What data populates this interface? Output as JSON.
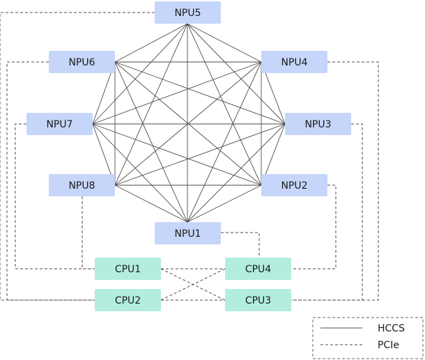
{
  "npus": [
    {
      "id": "npu1",
      "label": "NPU1"
    },
    {
      "id": "npu2",
      "label": "NPU2"
    },
    {
      "id": "npu3",
      "label": "NPU3"
    },
    {
      "id": "npu4",
      "label": "NPU4"
    },
    {
      "id": "npu5",
      "label": "NPU5"
    },
    {
      "id": "npu6",
      "label": "NPU6"
    },
    {
      "id": "npu7",
      "label": "NPU7"
    },
    {
      "id": "npu8",
      "label": "NPU8"
    }
  ],
  "cpus": [
    {
      "id": "cpu1",
      "label": "CPU1"
    },
    {
      "id": "cpu2",
      "label": "CPU2"
    },
    {
      "id": "cpu3",
      "label": "CPU3"
    },
    {
      "id": "cpu4",
      "label": "CPU4"
    }
  ],
  "hccs_mesh": [
    "npu1",
    "npu2",
    "npu3",
    "npu4",
    "npu5",
    "npu6",
    "npu7",
    "npu8"
  ],
  "pcie_links": [
    [
      "npu1",
      "cpu4"
    ],
    [
      "npu2",
      "cpu4"
    ],
    [
      "npu3",
      "cpu3"
    ],
    [
      "npu4",
      "cpu3"
    ],
    [
      "npu5",
      "cpu2"
    ],
    [
      "npu6",
      "cpu2"
    ],
    [
      "npu7",
      "cpu1"
    ],
    [
      "npu8",
      "cpu1"
    ],
    [
      "cpu1",
      "cpu3"
    ],
    [
      "cpu2",
      "cpu4"
    ],
    [
      "cpu1",
      "cpu4"
    ],
    [
      "cpu2",
      "cpu3"
    ]
  ],
  "legend": {
    "hccs_label": "HCCS",
    "pcie_label": "PCIe"
  },
  "colors": {
    "npu_fill": "#c6d6fa",
    "cpu_fill": "#b2ede0",
    "line": "#4a4a4a"
  }
}
